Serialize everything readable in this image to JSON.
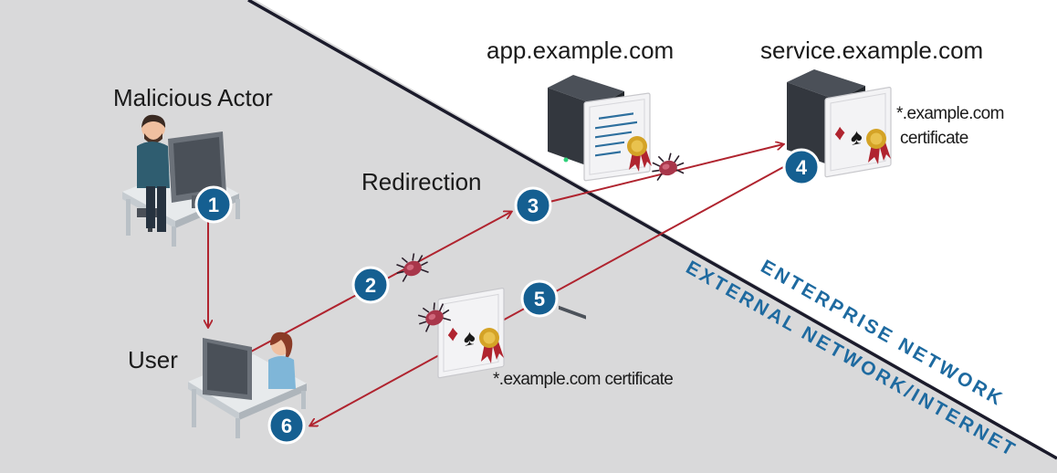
{
  "actors": {
    "malicious_actor": "Malicious Actor",
    "user": "User"
  },
  "servers": {
    "app": "app.example.com",
    "service": "service.example.com"
  },
  "labels": {
    "redirection": "Redirection",
    "service_cert_line1": "*.example.com",
    "service_cert_line2": "certificate",
    "forged_cert": "*.example.com certificate"
  },
  "zones": {
    "enterprise": "ENTERPRISE NETWORK",
    "external": "EXTERNAL NETWORK/INTERNET"
  },
  "steps": [
    "1",
    "2",
    "3",
    "4",
    "5",
    "6"
  ],
  "colors": {
    "external_bg": "#d9d9da",
    "enterprise_bg": "#ffffff",
    "arrow": "#b0242f",
    "step_circle": "#155f91",
    "zone_text": "#1e6aa0",
    "divider": "#1b1b2b"
  },
  "icons": [
    "person-at-computer",
    "server-tower",
    "certificate",
    "bug"
  ]
}
